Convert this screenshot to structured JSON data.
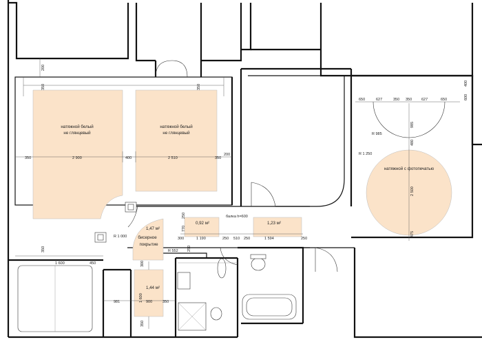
{
  "colors": {
    "ceiling_fill": "#fbe3c9",
    "wall": "#111111",
    "background": "#ffffff"
  },
  "ceilings": {
    "left": [
      "натяжной белый",
      "не глянцевый"
    ],
    "middle": [
      "натяжной белый",
      "не глянцевый"
    ],
    "round": "натяжной с фотопечатью",
    "beaded": [
      "бисерное",
      "покрытие"
    ]
  },
  "areas": {
    "a1": "1,47 м²",
    "a2": "0,92 м²",
    "a3": "1,23 м²",
    "a4": "1,44 м²"
  },
  "beam": "балка h=600",
  "dims": {
    "top_200": "200",
    "l_350_top": "350",
    "l_350_left": "350",
    "l_2900": "2 900",
    "l_400": "400",
    "l_2510": "2 510",
    "l_350_mid": "350",
    "l_200_right": "200",
    "l_350_v2": "350",
    "l_350_bot": "350",
    "b_1600": "1 600",
    "b_450": "450",
    "c_250a": "250",
    "c_770": "770",
    "c_300": "300",
    "c_1190": "1 190",
    "c_250b": "250",
    "c_510": "510",
    "c_250c": "250",
    "c_1594": "1 594",
    "c_250d": "250",
    "c_250e": "250",
    "c_300b": "300",
    "c_981": "981",
    "c_1600v": "1 600",
    "c_900": "900",
    "c_350r": "350",
    "c_350b": "350",
    "r_650": "650",
    "r_627a": "627",
    "r_350a": "350",
    "r_350b": "350",
    "r_627b": "627",
    "r_650b": "650",
    "r_400": "400",
    "r_600": "600",
    "r_985v": "985",
    "r_480": "480",
    "r_2500": "2 500",
    "r_475": "475"
  },
  "radii": {
    "r1000": "R 1 000",
    "r552": "R 552",
    "r985": "R 985",
    "r1250": "R 1 250"
  }
}
